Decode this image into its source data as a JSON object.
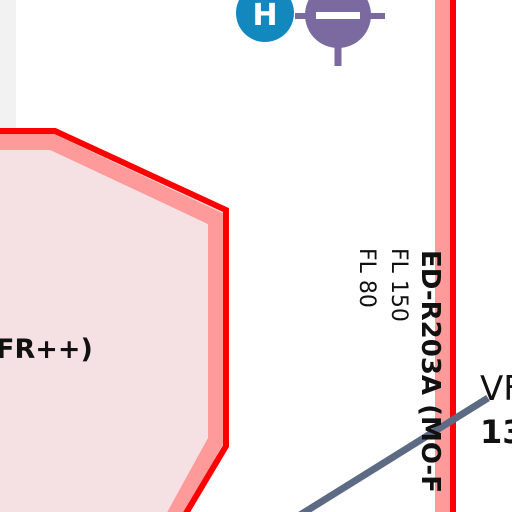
{
  "map": {
    "colors": {
      "restricted_border": "#ff0000",
      "restricted_band": "#ff9a9a",
      "restricted_fill": "#f5e1e3",
      "route_line": "#5d6a84",
      "heliport": "#1288bf",
      "navaid": "#7b6aa0",
      "background": "#ffffff"
    },
    "heliport_symbol": {
      "icon": "heliport-icon",
      "letter": "H"
    },
    "navaid_symbol": {
      "icon": "vor-navaid-icon"
    },
    "zone_left": {
      "label_fragment": "FR++)"
    },
    "zone_right": {
      "name": "ED-R203A (MO-F",
      "upper_limit": "FL 150",
      "lower_limit": "FL 80"
    },
    "route_label": {
      "line1": "VF",
      "line2": "13"
    }
  }
}
